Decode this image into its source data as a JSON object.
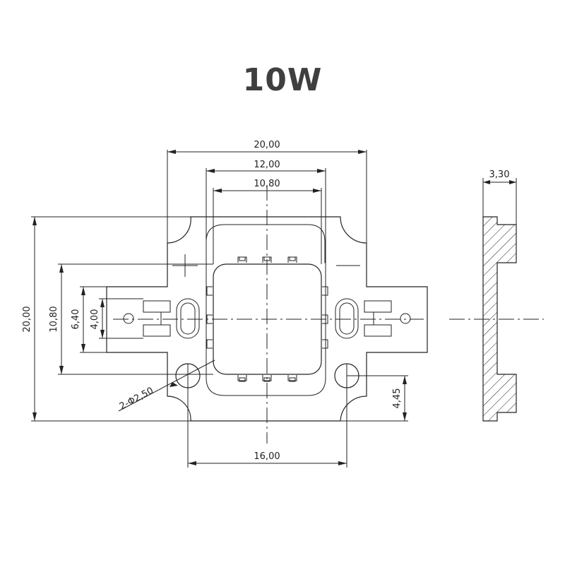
{
  "title": "10W",
  "dimensions": {
    "overall_width": "20,00",
    "pad_width": "12,00",
    "lens_width": "10,80",
    "overall_height": "20,00",
    "lens_height": "10,80",
    "tab_height": "6,40",
    "pin_height": "4,00",
    "thickness": "3,30",
    "hole_spacing": "16,00",
    "hole_offset": "4,45",
    "hole_diameter": "2-Φ2,50"
  },
  "colors": {
    "title": "#3f3f3f",
    "lines": "#222222"
  }
}
